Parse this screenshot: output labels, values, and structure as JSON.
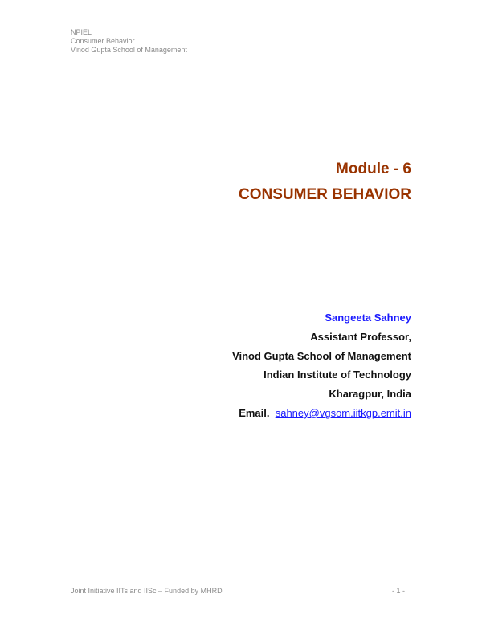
{
  "header": {
    "lines": [
      "NPIEL",
      "Consumer Behavior",
      "Vinod Gupta School of Management"
    ]
  },
  "title": {
    "module": "Module - 6",
    "subject": "CONSUMER BEHAVIOR"
  },
  "author": {
    "name": "Sangeeta Sahney",
    "position": "Assistant Professor,",
    "school": "Vinod Gupta School of Management",
    "institute": "Indian Institute of Technology",
    "location": "Kharagpur, India",
    "email_label": "Email.",
    "email": "sahney@vgsom.iitkgp.emit.in"
  },
  "footer": {
    "left": "Joint Initiative IITs and IISc – Funded by MHRD",
    "page": "- 1 -"
  },
  "colors": {
    "title": "#993300",
    "link": "#1a1aff"
  }
}
